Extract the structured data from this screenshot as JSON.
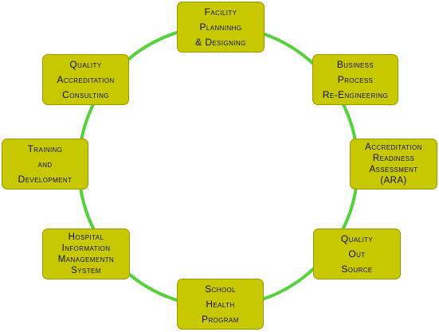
{
  "diagram": {
    "ring_color": "#55d23a",
    "box_color": "#c8c800",
    "nodes": [
      {
        "id": "facility",
        "label": "Facility\nPlanninhg\n& Designing"
      },
      {
        "id": "business",
        "label": "Business\nProcess\nRe-Engineering"
      },
      {
        "id": "accreditation-readiness",
        "label": "Accreditation\nReadiness\nAssessment\n(ARA)"
      },
      {
        "id": "quality-out-source",
        "label": "Quality\nOut\nSource"
      },
      {
        "id": "school-health",
        "label": "School\nHealth\nProgram"
      },
      {
        "id": "hospital-info",
        "label": "Hospital\nInformation\nManagementn\nSystem"
      },
      {
        "id": "training",
        "label": "Training\nand\nDevelopment"
      },
      {
        "id": "quality-accreditation",
        "label": "Quality\nAccreditation\nConsulting"
      }
    ]
  }
}
